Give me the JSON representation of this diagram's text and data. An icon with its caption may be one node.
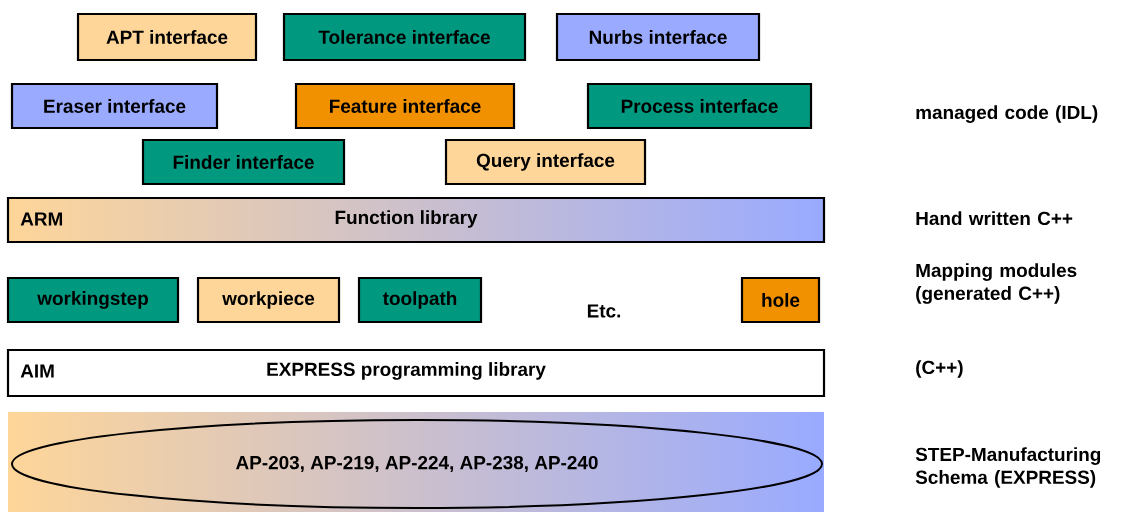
{
  "diagram": {
    "nodes": [
      {
        "text": [
          "APT interface"
        ]
      },
      {
        "text": [
          "Tolerance interface"
        ]
      },
      {
        "text": [
          "Nurbs interface"
        ]
      },
      {
        "text": [
          "Eraser interface"
        ]
      },
      {
        "text": [
          "Feature interface"
        ]
      },
      {
        "text": [
          "Process interface"
        ]
      },
      {
        "text": [
          "Finder interface"
        ]
      },
      {
        "text": [
          "Query interface"
        ]
      },
      {
        "text": [
          "ARM",
          "Function library"
        ]
      },
      {
        "text": [
          "workingstep"
        ]
      },
      {
        "text": [
          "workpiece"
        ]
      },
      {
        "text": [
          "toolpath"
        ]
      },
      {
        "text": [
          "hole"
        ]
      },
      {
        "text": [
          "AIM",
          "EXPRESS programming library"
        ]
      },
      {
        "text": [
          "AP-203, AP-219, AP-224, AP-238, AP-240"
        ]
      }
    ],
    "edges": [],
    "labels": [
      "Etc.",
      "managed code (IDL)",
      "Hand written C++",
      "Mapping modules (generated C++)",
      "(C++)",
      "STEP-Manufacturing Schema (EXPRESS)"
    ]
  }
}
